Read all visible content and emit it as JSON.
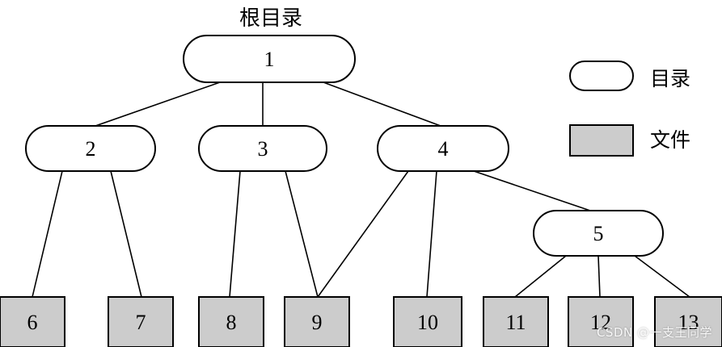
{
  "root_title": "根目录",
  "legend": {
    "directory_label": "目录",
    "file_label": "文件"
  },
  "colors": {
    "directory_fill": "#ffffff",
    "file_fill": "#cccccc",
    "stroke": "#000000"
  },
  "nodes": [
    {
      "id": "1",
      "kind": "directory"
    },
    {
      "id": "2",
      "kind": "directory"
    },
    {
      "id": "3",
      "kind": "directory"
    },
    {
      "id": "4",
      "kind": "directory"
    },
    {
      "id": "5",
      "kind": "directory"
    },
    {
      "id": "6",
      "kind": "file"
    },
    {
      "id": "7",
      "kind": "file"
    },
    {
      "id": "8",
      "kind": "file"
    },
    {
      "id": "9",
      "kind": "file"
    },
    {
      "id": "10",
      "kind": "file"
    },
    {
      "id": "11",
      "kind": "file"
    },
    {
      "id": "12",
      "kind": "file"
    },
    {
      "id": "13",
      "kind": "file"
    }
  ],
  "edges": [
    [
      "1",
      "2"
    ],
    [
      "1",
      "3"
    ],
    [
      "1",
      "4"
    ],
    [
      "2",
      "6"
    ],
    [
      "2",
      "7"
    ],
    [
      "3",
      "8"
    ],
    [
      "3",
      "9"
    ],
    [
      "4",
      "9"
    ],
    [
      "4",
      "10"
    ],
    [
      "4",
      "5"
    ],
    [
      "5",
      "11"
    ],
    [
      "5",
      "12"
    ],
    [
      "5",
      "13"
    ]
  ],
  "watermark": "CSDN @一支王同学"
}
